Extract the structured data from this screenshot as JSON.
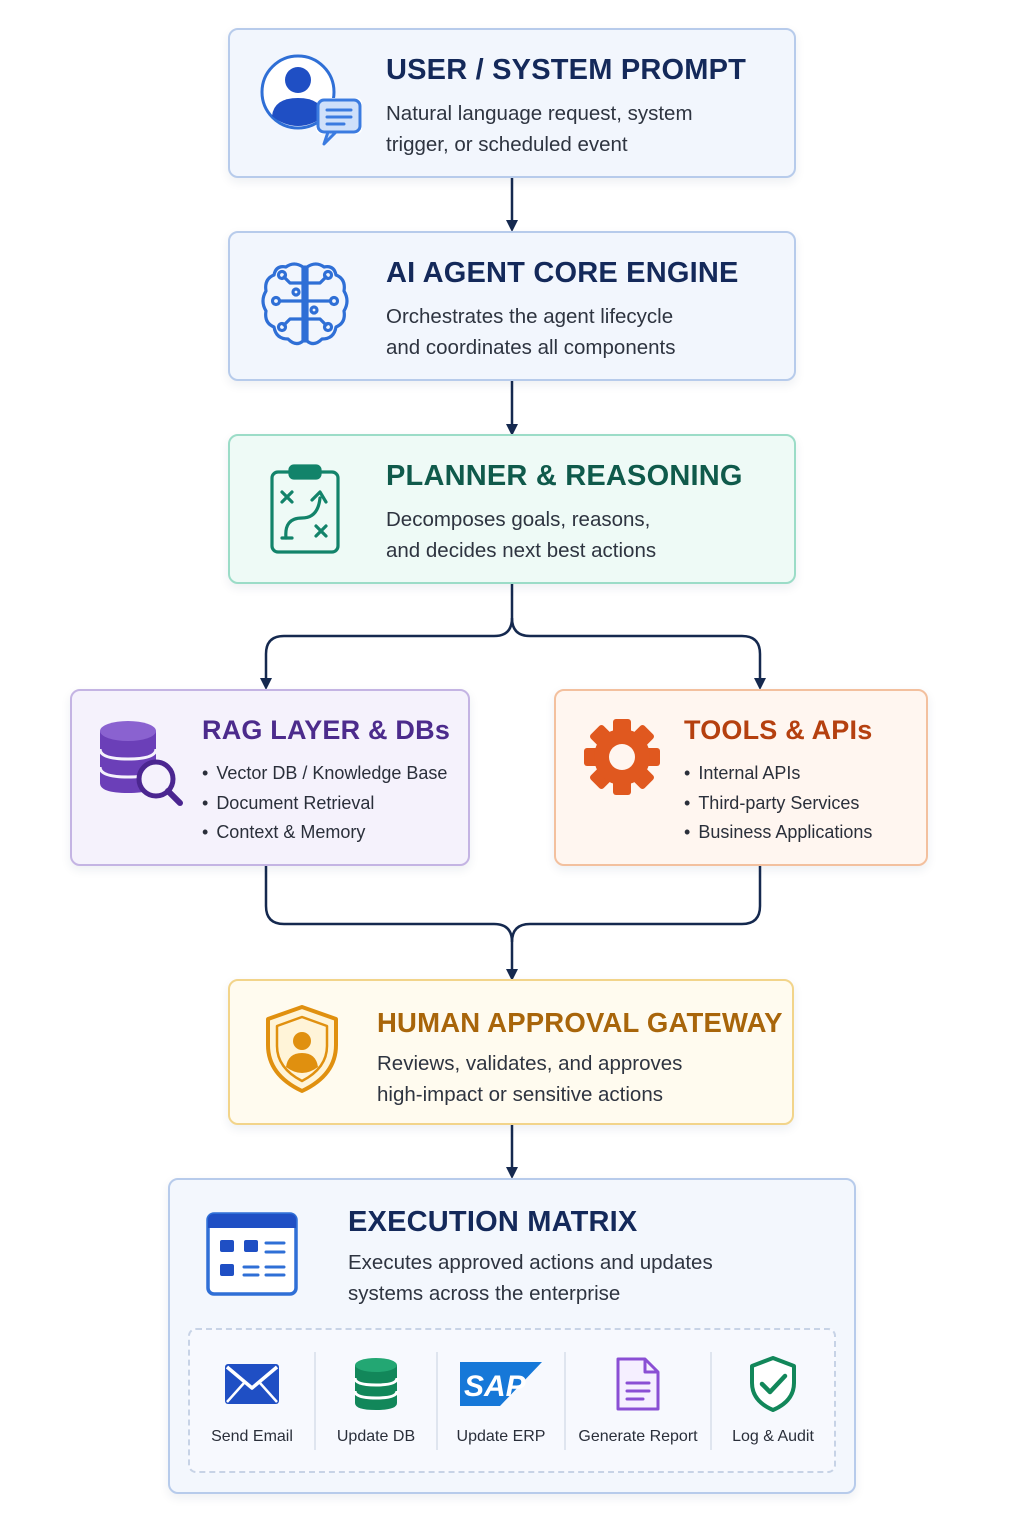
{
  "colors": {
    "connector": "#15294f",
    "title_blue": "#14295a",
    "title_teal": "#0f5a4b",
    "title_purple": "#4c2b8c",
    "title_orange": "#b5400f",
    "title_yellow": "#a8650a"
  },
  "stages": {
    "prompt": {
      "title": "USER / SYSTEM PROMPT",
      "desc": [
        "Natural language request, system",
        "trigger, or scheduled event"
      ],
      "icon": "user-chat-icon"
    },
    "core": {
      "title": "AI AGENT CORE ENGINE",
      "desc": [
        "Orchestrates the agent lifecycle",
        "and coordinates all components"
      ],
      "icon": "brain-circuit-icon"
    },
    "planner": {
      "title": "PLANNER & REASONING",
      "desc": [
        "Decomposes goals, reasons,",
        "and decides next best actions"
      ],
      "icon": "strategy-clipboard-icon"
    },
    "rag": {
      "title": "RAG LAYER & DBs",
      "bullets": [
        "Vector DB / Knowledge Base",
        "Document Retrieval",
        "Context & Memory"
      ],
      "icon": "database-search-icon"
    },
    "tools": {
      "title": "TOOLS & APIs",
      "bullets": [
        "Internal APIs",
        "Third-party Services",
        "Business Applications"
      ],
      "icon": "gear-icon"
    },
    "approval": {
      "title": "HUMAN APPROVAL GATEWAY",
      "desc": [
        "Reviews, validates, and approves",
        "high-impact or sensitive actions"
      ],
      "icon": "shield-user-icon"
    },
    "execution": {
      "title": "EXECUTION MATRIX",
      "desc": [
        "Executes approved actions and updates",
        "systems across the enterprise"
      ],
      "icon": "dashboard-grid-icon",
      "actions": [
        {
          "label": "Send Email",
          "icon": "envelope-icon"
        },
        {
          "label": "Update DB",
          "icon": "database-icon"
        },
        {
          "label": "Update ERP",
          "icon": "sap-logo-icon",
          "logo_text": "SAP"
        },
        {
          "label": "Generate Report",
          "icon": "document-icon"
        },
        {
          "label": "Log & Audit",
          "icon": "shield-check-icon"
        }
      ]
    }
  }
}
